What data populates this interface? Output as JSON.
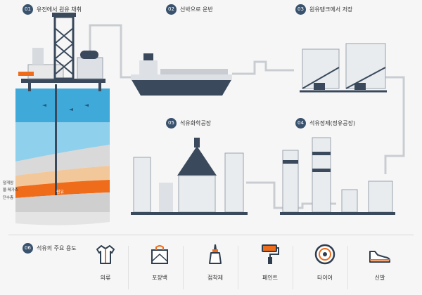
{
  "steps": [
    {
      "num": "01",
      "label": "유전에서 원유 채취"
    },
    {
      "num": "02",
      "label": "선박으로 운반"
    },
    {
      "num": "03",
      "label": "원유탱크에서 저장"
    },
    {
      "num": "04",
      "label": "석유정제(정유공장)"
    },
    {
      "num": "05",
      "label": "석유화학공장"
    },
    {
      "num": "06",
      "label": "석유의 주요 용도"
    }
  ],
  "ground_layers": {
    "cap_rock": "덮개암",
    "gas": "물·메가스",
    "porous": "단수층",
    "oil": "원유"
  },
  "uses": [
    {
      "label": "의류",
      "icon": "shirt-icon"
    },
    {
      "label": "포장백",
      "icon": "bag-icon"
    },
    {
      "label": "접착제",
      "icon": "glue-icon"
    },
    {
      "label": "페인트",
      "icon": "paint-roller-icon"
    },
    {
      "label": "타이어",
      "icon": "tire-icon"
    },
    {
      "label": "신발",
      "icon": "shoe-icon"
    }
  ],
  "colors": {
    "badge": "#39526e",
    "pipe": "#c9cdd2",
    "sea": "#3fa9d9",
    "oil": "#ef6c1a",
    "accent": "#ef6c1a",
    "dark": "#3a4a5c"
  }
}
